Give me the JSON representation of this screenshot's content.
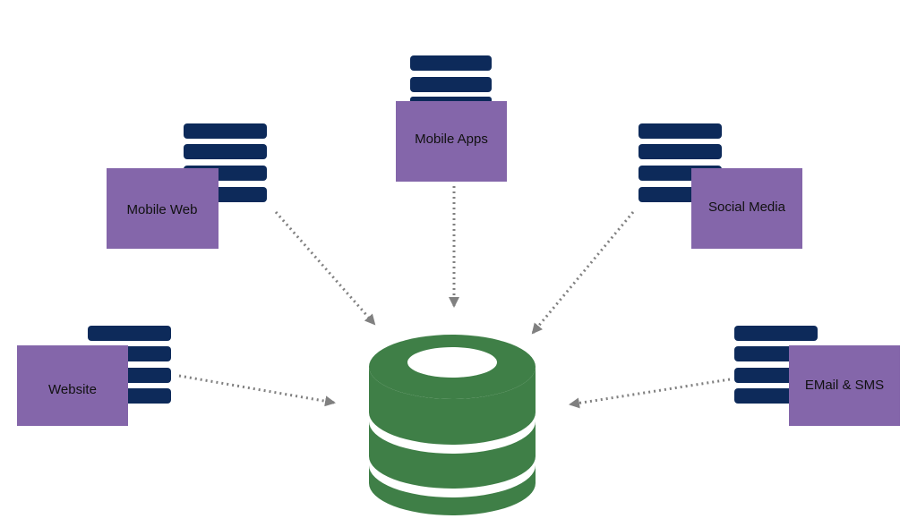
{
  "colors": {
    "background": "#ffffff",
    "source_box": "#8466aa",
    "server_stack": "#0d2a5a",
    "database": "#3f7f47",
    "arrow": "#808080",
    "label_text": "#111111"
  },
  "icons": {
    "server": "server-stack-icon",
    "database": "database-cylinder-icon",
    "arrow": "dotted-arrow-icon"
  },
  "sources": [
    {
      "id": "mobile-web",
      "label": "Mobile Web"
    },
    {
      "id": "mobile-apps",
      "label": "Mobile Apps"
    },
    {
      "id": "social-media",
      "label": "Social Media"
    },
    {
      "id": "website",
      "label": "Website"
    },
    {
      "id": "email-sms",
      "label": "EMail & SMS"
    }
  ]
}
